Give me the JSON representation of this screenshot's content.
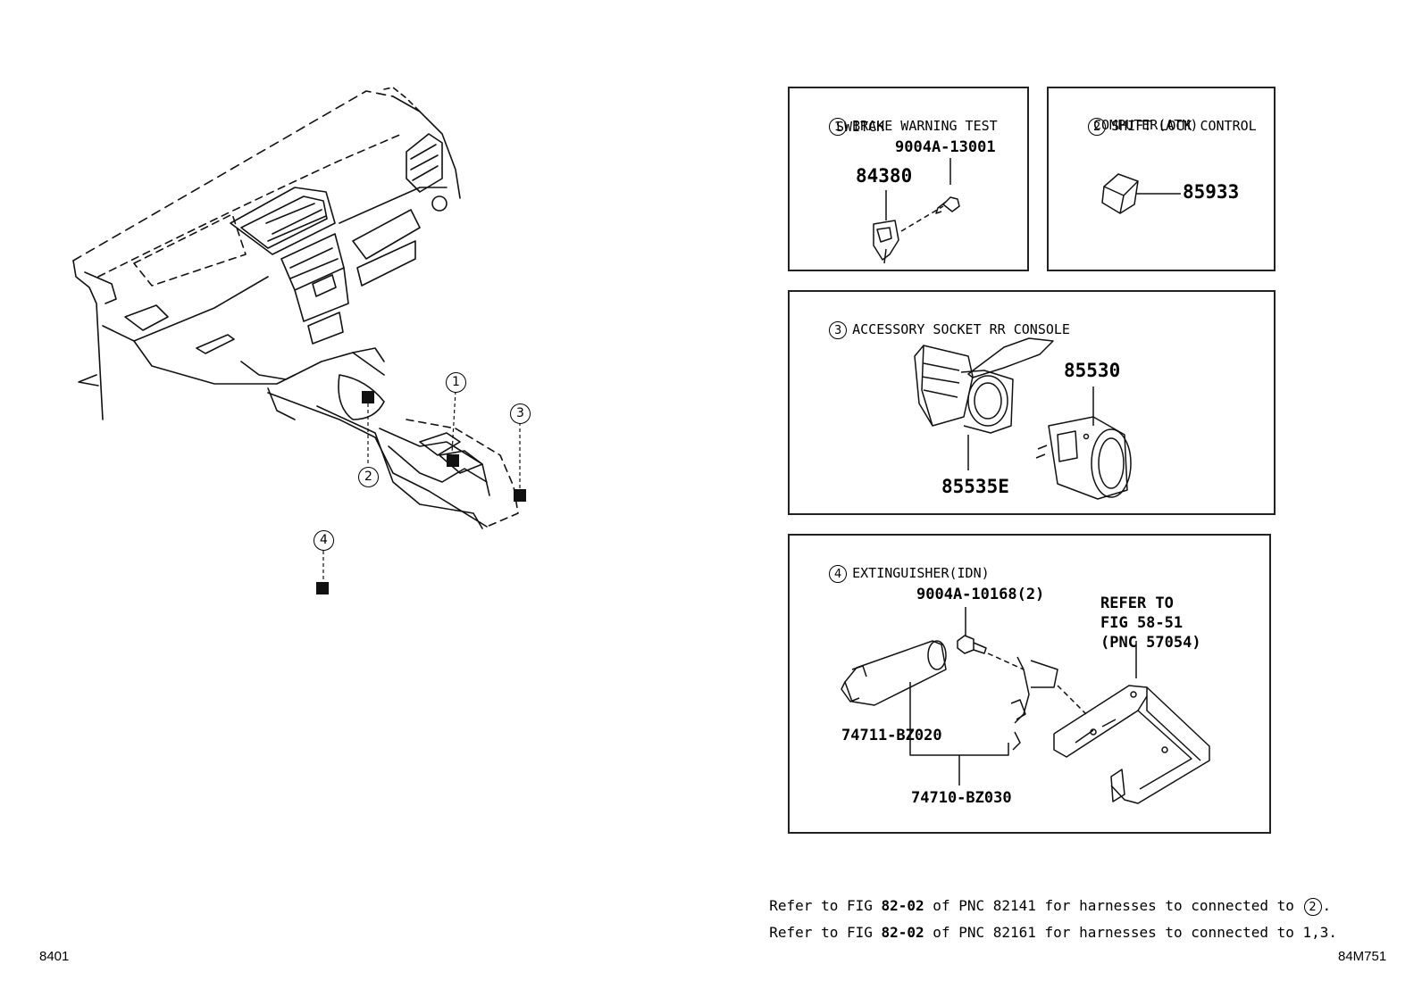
{
  "overview": {
    "callouts": [
      "1",
      "2",
      "3",
      "4"
    ]
  },
  "boxes": [
    {
      "id": "brake-warning",
      "number": "1",
      "title_line1": "BRAKE WARNING TEST",
      "title_line2": "SWITCH",
      "parts": [
        "84380",
        "9004A-13001"
      ]
    },
    {
      "id": "shift-lock",
      "number": "2",
      "title_line1": "SHIFT LOCK CONTROL",
      "title_line2": "COMPUTER(ATM)",
      "parts": [
        "85933"
      ]
    },
    {
      "id": "accessory-socket",
      "number": "3",
      "title_line1": "ACCESSORY SOCKET RR CONSOLE",
      "parts": [
        "85530",
        "85535E"
      ]
    },
    {
      "id": "extinguisher",
      "number": "4",
      "title_line1": "EXTINGUISHER(IDN)",
      "parts": [
        "9004A-10168(2)",
        "74711-BZ020",
        "74710-BZ030"
      ],
      "refer_lines": [
        "REFER TO",
        "FIG 58-51",
        "(PNC 57054)"
      ]
    }
  ],
  "notes": [
    {
      "prefix": "Refer to FIG ",
      "fig": "82-02",
      "middle": " of PNC 82141 for harnesses to connected to ",
      "targets": "2",
      "suffix": "."
    },
    {
      "prefix": "Refer to FIG ",
      "fig": "82-02",
      "middle": " of PNC 82161 for harnesses to connected to ",
      "targets": "1,3",
      "suffix": "."
    }
  ],
  "footer": {
    "left_code": "8401",
    "right_code": "84M751"
  }
}
